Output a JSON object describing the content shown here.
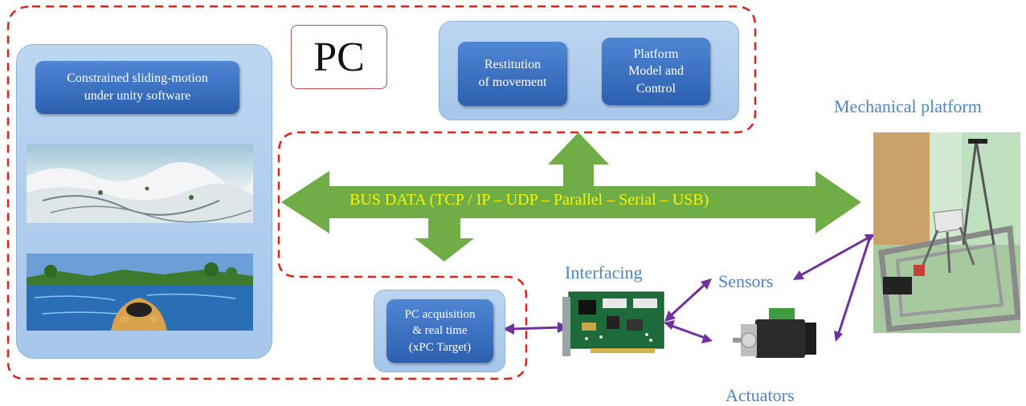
{
  "pc_label": "PC",
  "software_panel": {
    "title": "Constrained sliding-motion\nunder unity software"
  },
  "top_panel": {
    "left_block": "Restitution\nof movement",
    "right_block": "Platform\nModel and\nControl"
  },
  "bus": {
    "label": "BUS DATA (TCP / IP – UDP –  Parallel – Serial – USB)"
  },
  "acquisition": {
    "label": "PC acquisition\n& real time\n(xPC Target)"
  },
  "labels": {
    "interfacing": "Interfacing",
    "sensors": "Sensors",
    "actuators": "Actuators",
    "mechanical_platform": "Mechanical platform"
  },
  "colors": {
    "dashed_border": "#e0201b",
    "bus_arrow": "#70ad47",
    "bus_text": "#f5f500",
    "connector": "#7030a0",
    "block_blue": "#2c5fb0",
    "panel_blue": "#a6c6ea",
    "label_blue": "#4e86c4"
  }
}
